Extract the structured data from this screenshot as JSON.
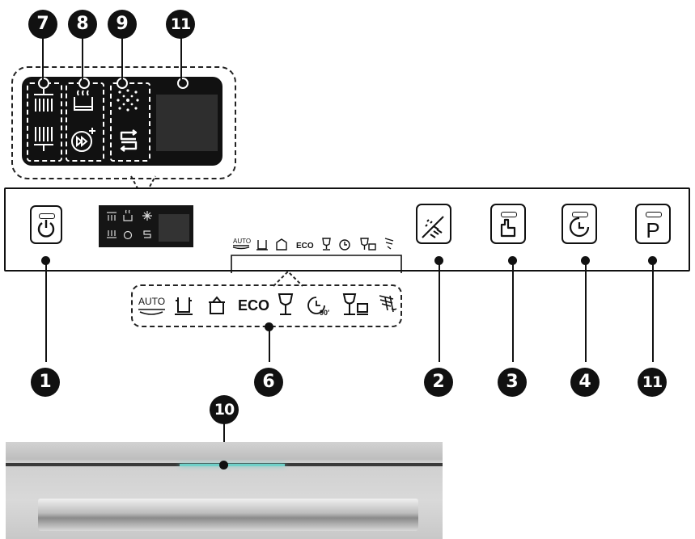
{
  "callouts": {
    "c7": "7",
    "c8": "8",
    "c9": "9",
    "c11_top": "11",
    "c1": "1",
    "c6": "6",
    "c2": "2",
    "c3": "3",
    "c4": "4",
    "c11_right": "11",
    "c10": "10"
  },
  "programs": {
    "auto": "AUTO",
    "eco": "ECO"
  },
  "program_icons": [
    "auto-icon",
    "intensive-pot-icon",
    "pot-icon",
    "eco-label",
    "glass-icon",
    "90min-icon",
    "glass-plate-icon",
    "rinse-icon"
  ],
  "buttons": {
    "p_label": "P"
  },
  "colors": {
    "panel": "#111111",
    "screen": "#2e2e2e",
    "door_light": "#6fd0c8"
  }
}
